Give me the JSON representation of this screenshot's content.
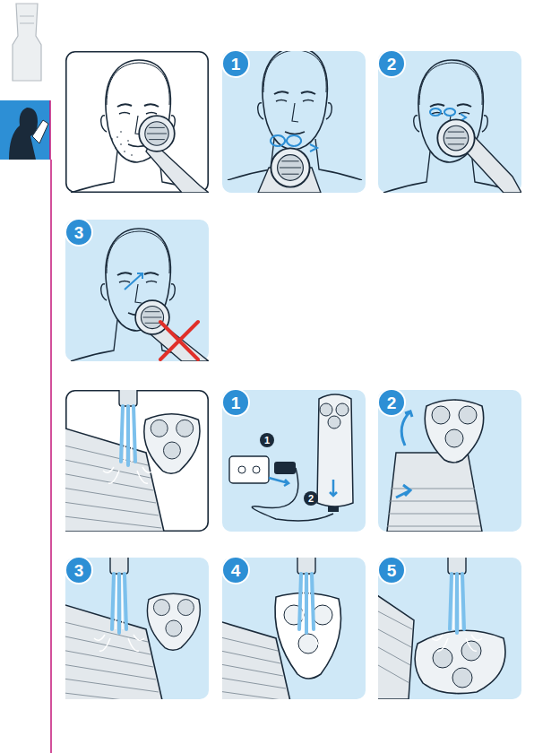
{
  "diagram": {
    "labels": [
      "1",
      "2",
      "3",
      "1",
      "1",
      "2",
      "2",
      "3",
      "4",
      "5"
    ]
  }
}
